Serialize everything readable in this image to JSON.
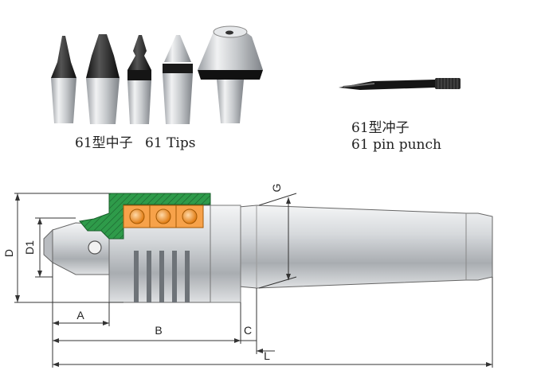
{
  "captions": {
    "tips_cn": "61型中子",
    "tips_en": "61 Tips",
    "punch_cn": "61型冲子",
    "punch_en": "61 pin punch"
  },
  "dimensions": {
    "D": "D",
    "D1": "D1",
    "A": "A",
    "B": "B",
    "C": "C",
    "L": "L",
    "G": "G"
  },
  "colors": {
    "section_hatch": "#2e9b4a",
    "bearing": "#f28a1c",
    "steel": "#c9ccd0",
    "dark_band": "#1d1d1d"
  }
}
